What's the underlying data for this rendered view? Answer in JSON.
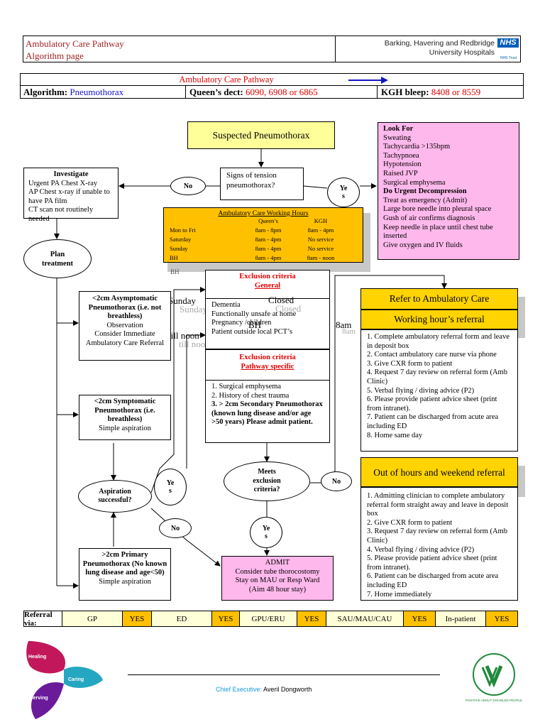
{
  "header": {
    "title1": "Ambulatory Care Pathway",
    "title2": "Algorithm page",
    "org1": "Barking, Havering and Redbridge",
    "org2": "University Hospitals",
    "nhs": "NHS",
    "trust": "NHS Trust"
  },
  "banner": {
    "title": "Ambulatory Care Pathway",
    "algorithm_label": "Algorithm:",
    "algorithm_value": "Pneumothorax",
    "queens_label": "Queen’s dect:",
    "queens_value": "6090, 6908 or 6865",
    "kgh_label": "KGH bleep:",
    "kgh_value": "8408 or 8559"
  },
  "suspected": "Suspected Pneumothorax",
  "tension": "Signs of tension pneumothorax?",
  "no1": "No",
  "yes1": "Ye s",
  "look_for": {
    "title": "Look For",
    "items": [
      "Sweating",
      "Tachycardia >135bpm",
      "Tachypnoea",
      "Hypotension",
      "Raised JVP",
      "Surgical emphysema"
    ],
    "decomp_title": "Do Urgent Decompression",
    "decomp_items": [
      "Treat as emergency (Admit)",
      "Large bore needle into pleural space",
      "Gush of air confirms diagnosis",
      "Keep needle in place until chest tube inserted",
      "Give oxygen and IV fluids"
    ]
  },
  "investigate": {
    "title": "Investigate",
    "lines": [
      "Urgent PA Chest X-ray",
      "AP Chest x-ray if unable to have PA film",
      "CT scan not routinely needed"
    ]
  },
  "plan_treatment": "Plan treatment",
  "hours": {
    "title": "Ambulatory Care Working Hours",
    "col1": "Queen’s",
    "col2": "KGH",
    "rows": [
      {
        "day": "Mon to Fri",
        "q": "8am - 8pm",
        "k": "8am - 4pm"
      },
      {
        "day": "Saturday",
        "q": "8am - 4pm",
        "k": "No service"
      },
      {
        "day": "Sunday",
        "q": "8am - 4pm",
        "k": "No service"
      },
      {
        "day": "BH",
        "q": "8am - 4pm",
        "k": "8am - noon"
      }
    ]
  },
  "ghost": {
    "sunday": "Sunday",
    "closed": "Closed",
    "bh": "BH",
    "till_noon": "till noon",
    "eight_am": "8am"
  },
  "excl_general": {
    "title": "Exclusion criteria",
    "subtitle": "General",
    "items": [
      "Dementia",
      "Functionally unsafe at home",
      "Pregnancy /children",
      "Patient outside local PCT’s"
    ]
  },
  "excl_specific": {
    "title": "Exclusion criteria",
    "subtitle": "Pathway specific",
    "items": [
      "1. Surgical emphysema",
      "2. History of chest trauma"
    ],
    "bold_item": "3. > 2cm Secondary Pneumothorax (known lung disease and/or age >50 years) Please admit patient."
  },
  "asymptomatic": {
    "title": "<2cm Asymptomatic Pneumothorax (i.e. not breathless)",
    "lines": [
      "Observation",
      "Consider Immediate Ambulatory Care Referral"
    ]
  },
  "symptomatic": {
    "title": "<2cm Symptomatic Pneumothorax (i.e. breathless)",
    "lines": [
      "Simple aspiration"
    ]
  },
  "primary": {
    "title": ">2cm Primary Pneumothorax (No known lung disease and age<50)",
    "lines": [
      "Simple aspiration"
    ]
  },
  "aspiration": "Aspiration successful?",
  "yes2": "Ye s",
  "no2": "No",
  "meets": "Meets exclusion criteria?",
  "no3": "No",
  "yes3": "Ye s",
  "admit": {
    "title": "ADMIT",
    "lines": [
      "Consider tube thorocostomy",
      "Stay on MAU or Resp Ward",
      "(Aim 48 hour stay)"
    ]
  },
  "refer": {
    "title": "Refer to Ambulatory Care",
    "working_title": "Working hour’s referral",
    "working_items": [
      "1. Complete ambulatory referral form and leave in deposit box",
      "2. Contact ambulatory care nurse via phone",
      "3. Give CXR form to patient",
      "4. Request 7 day review on referral form (Amb Clinic)",
      "5. Verbal flying / diving advice (P2)",
      "6. Please provide patient advice sheet (print from intranet).",
      "7. Patient can be discharged from acute area including ED",
      "8. Home same day"
    ],
    "ooh_title": "Out of hours and weekend referral",
    "ooh_items": [
      "1. Admitting clinician to complete ambulatory referral form straight away and leave in deposit box",
      "2. Give CXR form to patient",
      "3. Request 7 day review on referral form (Amb Clinic)",
      "4. Verbal flying / diving advice (P2)",
      "5. Please provide patient advice sheet (print from intranet).",
      "6. Patient can be discharged from acute area including ED",
      "7. Home immediately"
    ]
  },
  "referral": {
    "label": "Referral via:",
    "cells": [
      {
        "name": "GP",
        "val": "YES"
      },
      {
        "name": "ED",
        "val": "YES"
      },
      {
        "name": "GPU/ERU",
        "val": "YES"
      },
      {
        "name": "SAU/MAU/CAU",
        "val": "YES"
      },
      {
        "name": "In-patient",
        "val": "YES"
      }
    ]
  },
  "footer": {
    "values": [
      "Healing",
      "Caring",
      "Serving"
    ],
    "ce_label": "Chief Executive:",
    "ce_name": "Averil Dongworth",
    "badge": "POSITIVE ABOUT DISABLED PEOPLE"
  },
  "colors": {
    "red": "#e00000",
    "blue": "#1515c8",
    "yellow": "#ffff9a",
    "pink": "#ffb8ec",
    "orange": "#ffc000",
    "gold": "#ffd400",
    "nhs_blue": "#005eb8"
  }
}
